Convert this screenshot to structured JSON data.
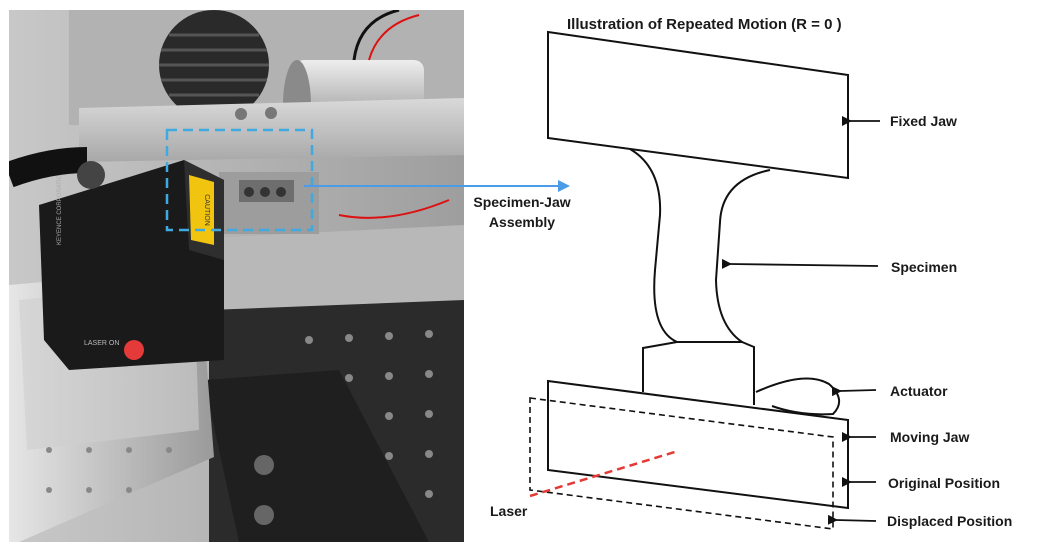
{
  "figure": {
    "title": "Illustration of Repeated Motion (R = 0 )",
    "photo_callout": "Specimen-Jaw Assembly",
    "photo_callout_line1": "Specimen-Jaw",
    "photo_callout_line2": "Assembly",
    "labels": {
      "fixed_jaw": "Fixed Jaw",
      "specimen": "Specimen",
      "actuator": "Actuator",
      "moving_jaw": "Moving Jaw",
      "original_position": "Original Position",
      "displaced_position": "Displaced Position",
      "laser": "Laser"
    },
    "colors": {
      "callout_box": "#3fa9e0",
      "callout_arrow": "#4a9be8",
      "laser_line": "#e53935"
    }
  },
  "photo": {
    "sensor_brand": "KEYENCE CORPORATION",
    "sensor_indicator": "LASER ON",
    "warning_label": "CAUTION"
  }
}
